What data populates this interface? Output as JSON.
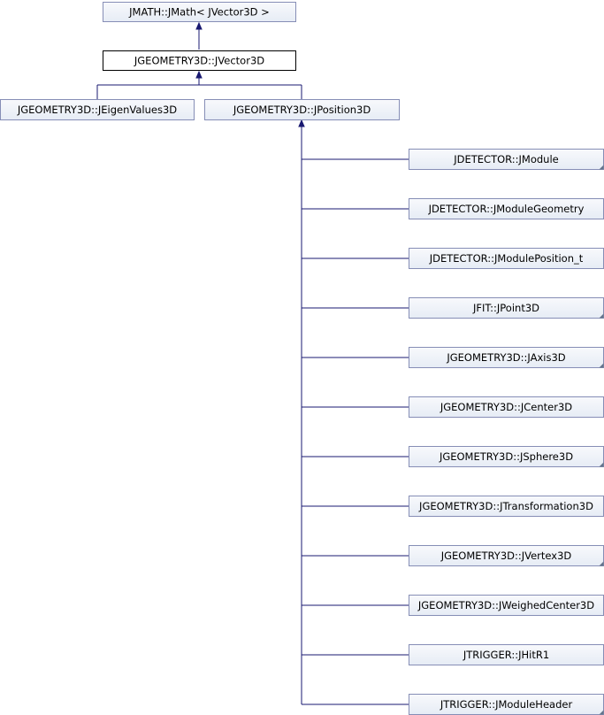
{
  "diagram": {
    "root": "JMATH::JMath< JVector3D >",
    "current": "JGEOMETRY3D::JVector3D",
    "level2": [
      "JGEOMETRY3D::JEigenValues3D",
      "JGEOMETRY3D::JPosition3D"
    ],
    "children": [
      "JDETECTOR::JModule",
      "JDETECTOR::JModuleGeometry",
      "JDETECTOR::JModulePosition_t",
      "JFIT::JPoint3D",
      "JGEOMETRY3D::JAxis3D",
      "JGEOMETRY3D::JCenter3D",
      "JGEOMETRY3D::JSphere3D",
      "JGEOMETRY3D::JTransformation3D",
      "JGEOMETRY3D::JVertex3D",
      "JGEOMETRY3D::JWeighedCenter3D",
      "JTRIGGER::JHitR1",
      "JTRIGGER::JModuleHeader"
    ],
    "children_with_more": [
      true,
      false,
      false,
      true,
      true,
      false,
      true,
      false,
      true,
      false,
      false,
      true
    ]
  },
  "colors": {
    "node_border": "#868eb6",
    "node_fill_top": "#f8f9fc",
    "node_fill_bottom": "#e6ecf5",
    "edge": "#191970"
  }
}
